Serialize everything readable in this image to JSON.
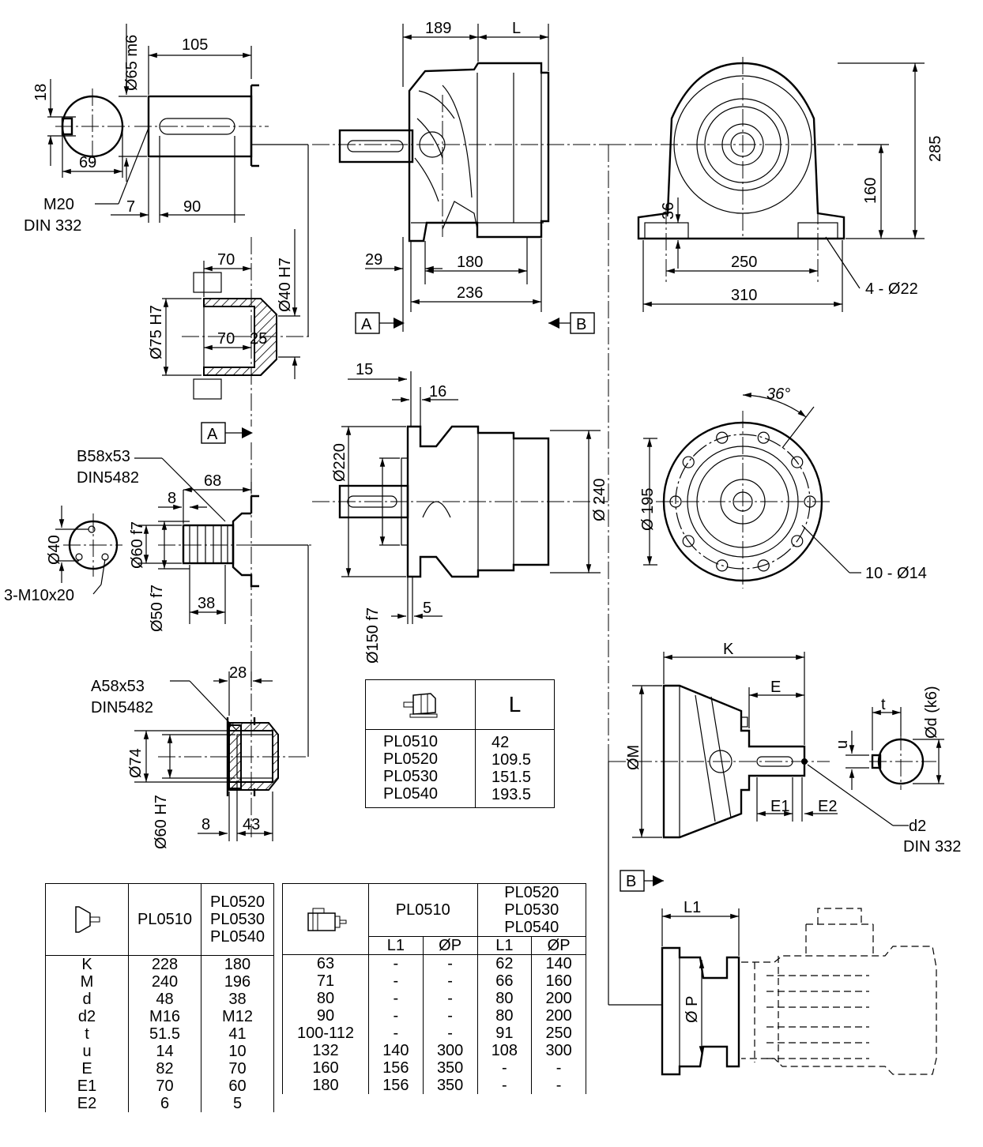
{
  "shaft_output": {
    "dia": "Ø65 m6",
    "len": "105",
    "key_w": "18",
    "key_h": "69",
    "thread": "M20",
    "std": "DIN 332",
    "off": "7",
    "key_len": "90"
  },
  "side_view": {
    "d189": "189",
    "dL": "L",
    "d29": "29",
    "d180": "180",
    "d236": "236"
  },
  "front_view": {
    "h285": "285",
    "h160": "160",
    "h36": "36",
    "w250": "250",
    "w310": "310",
    "holes": "4 - Ø22"
  },
  "hollow": {
    "d70a": "70",
    "dia40": "Ø40 H7",
    "dia75": "Ø75 H7",
    "d70b": "70",
    "d25": "25"
  },
  "section_A": "A",
  "section_B": "B",
  "flange_view": {
    "d15": "15",
    "d16": "16",
    "dia220": "Ø220",
    "dia240": "Ø 240",
    "dia150": "Ø150 f7",
    "d5": "5"
  },
  "flange_front": {
    "angle": "36°",
    "dia195": "Ø 195",
    "holes": "10 - Ø14"
  },
  "spline_b": {
    "name": "B58x53",
    "std": "DIN5482",
    "d68": "68",
    "d8": "8",
    "dia60": "Ø60 f7",
    "dia50": "Ø50 f7",
    "d38": "38",
    "dia40": "Ø40",
    "threads": "3-M10x20"
  },
  "spline_a": {
    "name": "A58x53",
    "std": "DIN5482",
    "d28": "28",
    "dia74": "Ø74",
    "dia60": "Ø60 H7",
    "d8": "8",
    "d43": "43"
  },
  "l_table": {
    "header": "L",
    "rows": [
      [
        "PL0510",
        "42"
      ],
      [
        "PL0520",
        "109.5"
      ],
      [
        "PL0530",
        "151.5"
      ],
      [
        "PL0540",
        "193.5"
      ]
    ]
  },
  "output_shaft": {
    "K": "K",
    "E": "E",
    "M": "ØM",
    "d": "Ød (k6)",
    "t": "t",
    "u": "u",
    "E1": "E1",
    "E2": "E2",
    "d2": "d2",
    "std": "DIN 332"
  },
  "motor_view": {
    "L1": "L1",
    "P": "Ø P"
  },
  "dims_table": {
    "col1": "PL0510",
    "col2": [
      "PL0520",
      "PL0530",
      "PL0540"
    ],
    "rows": [
      [
        "K",
        "228",
        "180"
      ],
      [
        "M",
        "240",
        "196"
      ],
      [
        "d",
        "48",
        "38"
      ],
      [
        "d2",
        "M16",
        "M12"
      ],
      [
        "t",
        "51.5",
        "41"
      ],
      [
        "u",
        "14",
        "10"
      ],
      [
        "E",
        "82",
        "70"
      ],
      [
        "E1",
        "70",
        "60"
      ],
      [
        "E2",
        "6",
        "5"
      ]
    ]
  },
  "motor_table": {
    "group1": "PL0510",
    "group2": [
      "PL0520",
      "PL0530",
      "PL0540"
    ],
    "sub": [
      "L1",
      "ØP",
      "L1",
      "ØP"
    ],
    "rows": [
      [
        "63",
        "-",
        "-",
        "62",
        "140"
      ],
      [
        "71",
        "-",
        "-",
        "66",
        "160"
      ],
      [
        "80",
        "-",
        "-",
        "80",
        "200"
      ],
      [
        "90",
        "-",
        "-",
        "80",
        "200"
      ],
      [
        "100-112",
        "-",
        "-",
        "91",
        "250"
      ],
      [
        "132",
        "140",
        "300",
        "108",
        "300"
      ],
      [
        "160",
        "156",
        "350",
        "-",
        "-"
      ],
      [
        "180",
        "156",
        "350",
        "-",
        "-"
      ]
    ]
  }
}
